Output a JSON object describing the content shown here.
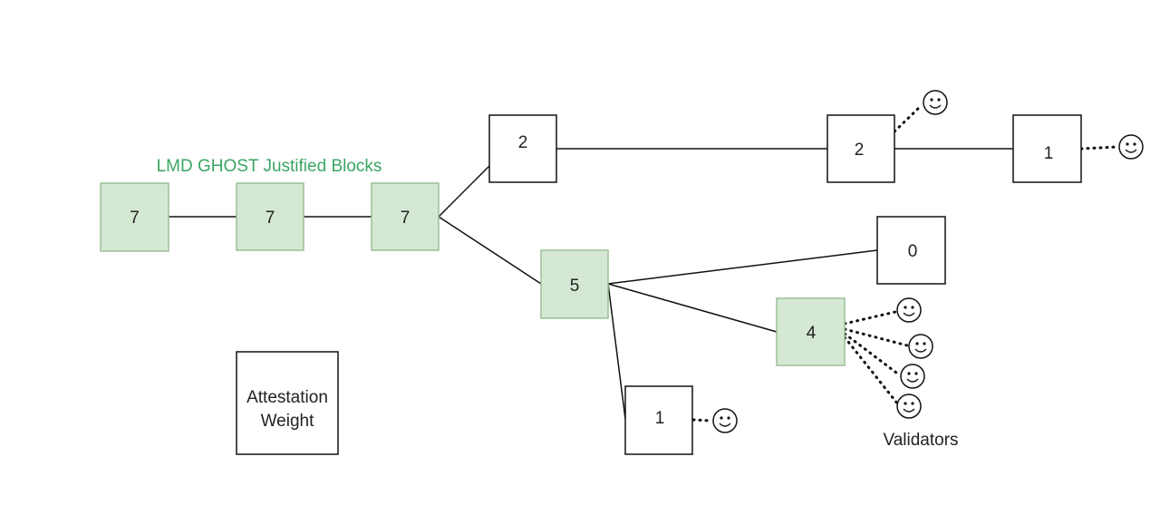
{
  "title": "LMD GHOST Justified Blocks",
  "legend": {
    "line1": "Attestation",
    "line2": "Weight"
  },
  "validators_label": "Validators",
  "colors": {
    "justified_fill": "#d5e8d4",
    "justified_stroke": "#9bbf95",
    "title": "#3aa563"
  },
  "blocks": [
    {
      "id": "j1",
      "weight": "7",
      "justified": true
    },
    {
      "id": "j2",
      "weight": "7",
      "justified": true
    },
    {
      "id": "j3",
      "weight": "7",
      "justified": true
    },
    {
      "id": "top1",
      "weight": "2",
      "justified": false
    },
    {
      "id": "top2",
      "weight": "2",
      "justified": false
    },
    {
      "id": "top3",
      "weight": "1",
      "justified": false
    },
    {
      "id": "mid",
      "weight": "5",
      "justified": true
    },
    {
      "id": "zero",
      "weight": "0",
      "justified": false
    },
    {
      "id": "four",
      "weight": "4",
      "justified": true
    },
    {
      "id": "low",
      "weight": "1",
      "justified": false
    }
  ],
  "edges": [
    {
      "from": "j1",
      "to": "j2"
    },
    {
      "from": "j2",
      "to": "j3"
    },
    {
      "from": "j3",
      "to": "top1"
    },
    {
      "from": "top1",
      "to": "top2"
    },
    {
      "from": "top2",
      "to": "top3"
    },
    {
      "from": "j3",
      "to": "mid"
    },
    {
      "from": "mid",
      "to": "zero"
    },
    {
      "from": "mid",
      "to": "four"
    },
    {
      "from": "mid",
      "to": "low"
    }
  ],
  "validator_votes": [
    {
      "block": "top2"
    },
    {
      "block": "top3"
    },
    {
      "block": "four"
    },
    {
      "block": "four"
    },
    {
      "block": "four"
    },
    {
      "block": "four"
    },
    {
      "block": "low"
    }
  ]
}
